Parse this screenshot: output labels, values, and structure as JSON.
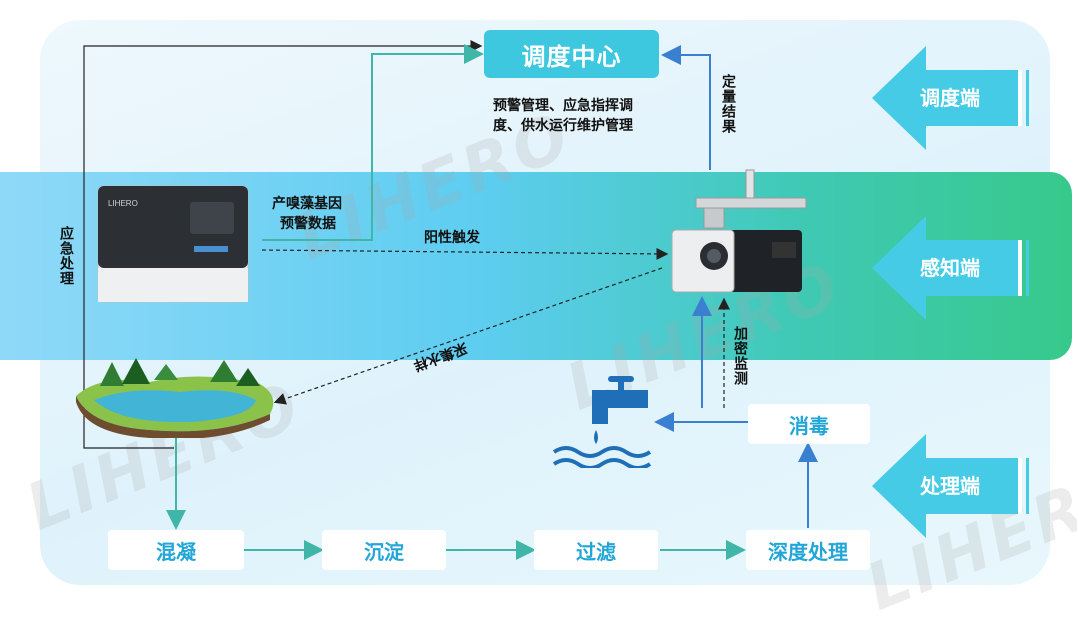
{
  "hub": {
    "title": "调度中心"
  },
  "hub_desc": {
    "line1": "预警管理、应急指挥调",
    "line2": "度、供水运行维护管理"
  },
  "labels": {
    "quant_result": "定量结果",
    "odor_gene": {
      "line1": "产嗅藻基因",
      "line2": "预警数据"
    },
    "positive_trigger": "阳性触发",
    "emergency": "应急处理",
    "encrypted_monitor": "加密监测",
    "sampling": "采集水样"
  },
  "stages": {
    "coagulation": "混凝",
    "sedimentation": "沉淀",
    "filtration": "过滤",
    "advanced": "深度处理",
    "disinfection": "消毒"
  },
  "tiers": {
    "dispatch": "调度端",
    "sensing": "感知端",
    "processing": "处理端"
  },
  "watermark": "LIHERO",
  "colors": {
    "hub": "#3ec8df",
    "stage_text": "#22a6d8",
    "arrow_teal": "#3fb6a8",
    "arrow_blue": "#3a7fd0",
    "tier": "#45cbe6"
  }
}
